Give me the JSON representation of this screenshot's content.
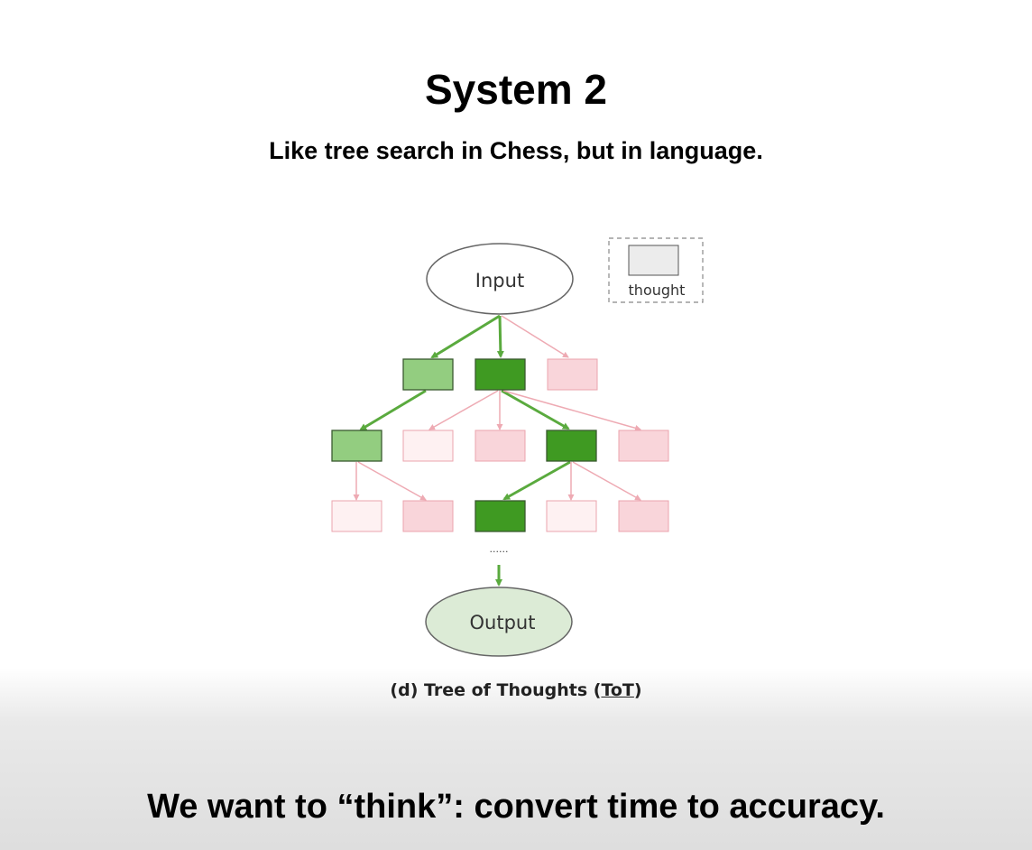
{
  "slide": {
    "title": "System 2",
    "subtitle": "Like tree search in Chess, but in language.",
    "bottom_caption": "We want to “think”: convert time to accuracy."
  },
  "diagram": {
    "input_label": "Input",
    "output_label": "Output",
    "legend_label": "thought",
    "ellipsis": "......",
    "caption_prefix": "(d) Tree of Thoughts (",
    "caption_abbr": "ToT",
    "caption_suffix": ")",
    "colors": {
      "green_dark": "#3f9a22",
      "green_light": "#93cd80",
      "pink": "#f9d5da",
      "pink_light": "#fef1f2",
      "pink_stroke": "#eba4ae",
      "green_arrow": "#5aaa3e",
      "pink_arrow": "#eeaab3",
      "output_fill": "#dcebd6",
      "legend_fill": "#ececec"
    },
    "levels": [
      [
        "green_light",
        "green_dark",
        "pink"
      ],
      [
        "green_light",
        "pink_light",
        "pink",
        "green_dark",
        "pink"
      ],
      [
        "pink_light",
        "pink",
        "green_dark",
        "pink_light",
        "pink"
      ]
    ]
  }
}
